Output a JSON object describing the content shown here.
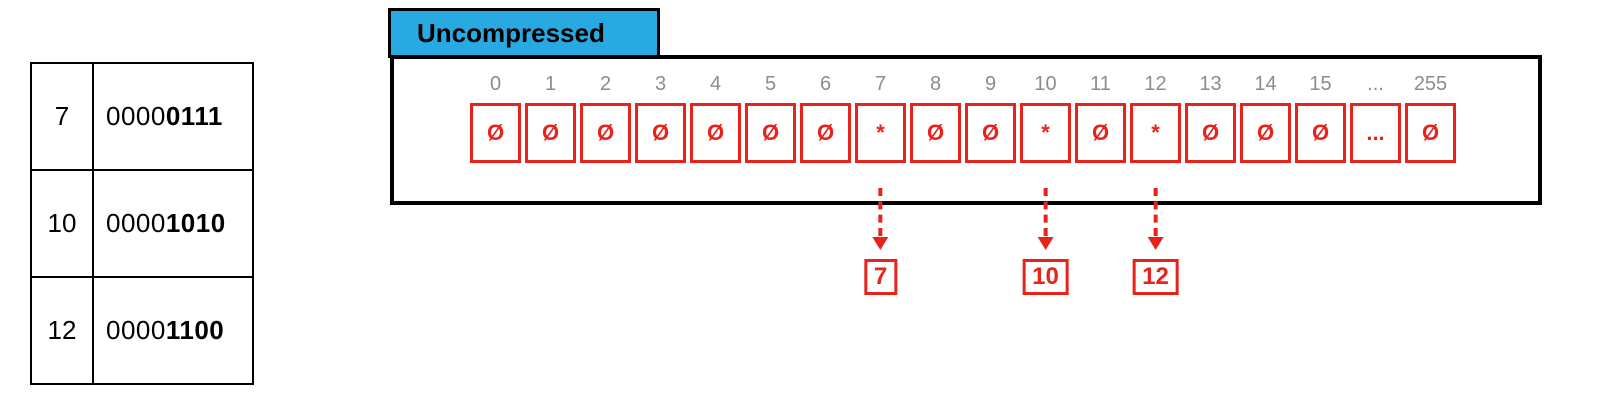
{
  "legend_table": {
    "rows": [
      {
        "value": "7",
        "binary_prefix": "0000",
        "binary_bold": "0111"
      },
      {
        "value": "10",
        "binary_prefix": "0000",
        "binary_bold": "1010"
      },
      {
        "value": "12",
        "binary_prefix": "0000",
        "binary_bold": "1100"
      }
    ]
  },
  "uncompressed": {
    "label": "Uncompressed",
    "indices": [
      "0",
      "1",
      "2",
      "3",
      "4",
      "5",
      "6",
      "7",
      "8",
      "9",
      "10",
      "11",
      "12",
      "13",
      "14",
      "15",
      "...",
      "255"
    ],
    "cells": [
      "Ø",
      "Ø",
      "Ø",
      "Ø",
      "Ø",
      "Ø",
      "Ø",
      "*",
      "Ø",
      "Ø",
      "*",
      "Ø",
      "*",
      "Ø",
      "Ø",
      "Ø",
      "...",
      "Ø"
    ],
    "pointers": [
      {
        "cell_index": 7,
        "label": "7"
      },
      {
        "cell_index": 10,
        "label": "10"
      },
      {
        "cell_index": 12,
        "label": "12"
      }
    ]
  },
  "colors": {
    "red": "#e8231c",
    "blue": "#29a9e1",
    "gray": "#8c8c8c"
  }
}
